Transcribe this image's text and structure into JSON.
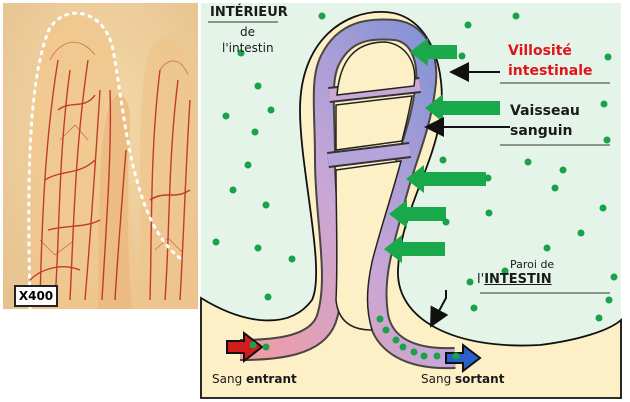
{
  "photo": {
    "magnification": "X400"
  },
  "labels": {
    "interior": "INTÉRIEUR",
    "interior_sub1": "de",
    "interior_sub2": "l'intestin",
    "villus": "Villosité",
    "villus2": "intestinale",
    "vessel": "Vaisseau",
    "vessel2": "sanguin",
    "wall1": "Paroi de",
    "wall2_prefix": "l'",
    "wall2_main": "INTESTIN",
    "blood_in_a": "Sang ",
    "blood_in_b": "entrant",
    "blood_out_a": "Sang ",
    "blood_out_b": "sortant"
  },
  "colors": {
    "lumen": "#e5f4e8",
    "wall": "#fdf0c6",
    "dot": "#1aa14a",
    "arrow": "#19a84a",
    "villus_label": "#e0141a",
    "blood_in": "#d21c1c",
    "blood_out": "#2a61c9"
  }
}
